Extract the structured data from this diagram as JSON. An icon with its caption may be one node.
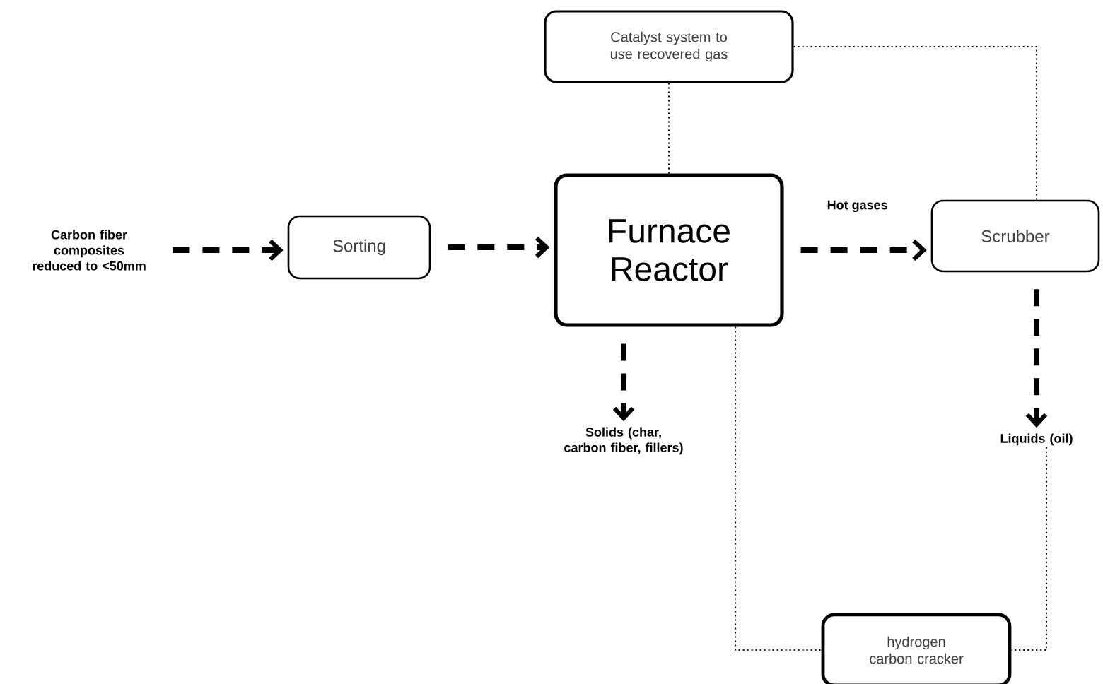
{
  "diagram": {
    "nodes": [
      {
        "text": [
          "Carbon fiber composites reduced to <50mm"
        ]
      },
      {
        "text": [
          "Sorting"
        ]
      },
      {
        "text": [
          "Catalyst system to use recovered gas"
        ]
      },
      {
        "text": [
          "Furnace Reactor"
        ]
      },
      {
        "text": [
          "Scrubber"
        ]
      },
      {
        "text": [
          "Solids (char, carbon fiber, fillers)"
        ]
      },
      {
        "text": [
          "Liquids (oil)"
        ]
      },
      {
        "text": [
          "hydrogen carbon cracker"
        ]
      }
    ],
    "edges": [
      {
        "from": 0,
        "to": 1,
        "arrow": "to",
        "style": "dashed"
      },
      {
        "from": 1,
        "to": 3,
        "arrow": "to",
        "style": "dashed"
      },
      {
        "from": 3,
        "to": 4,
        "arrow": "to",
        "style": "dashed",
        "label": "Hot gases"
      },
      {
        "from": 3,
        "to": 5,
        "arrow": "to",
        "style": "dashed"
      },
      {
        "from": 4,
        "to": 6,
        "arrow": "to",
        "style": "dashed"
      },
      {
        "from": 2,
        "to": 3,
        "arrow": "none"
      },
      {
        "from": 2,
        "to": 4,
        "arrow": "none"
      },
      {
        "from": 3,
        "to": 7,
        "arrow": "none"
      },
      {
        "from": 6,
        "to": 7,
        "arrow": "none"
      }
    ]
  }
}
